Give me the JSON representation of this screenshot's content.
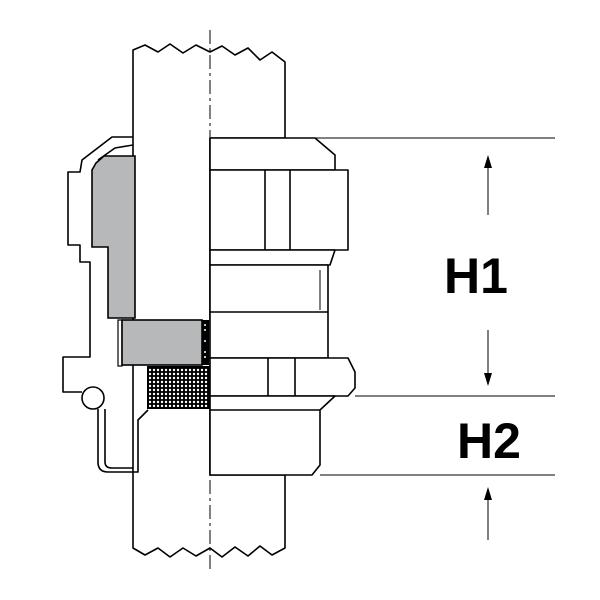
{
  "diagram": {
    "subject": "cable-gland-cross-section",
    "dimensions": [
      {
        "label": "H1"
      },
      {
        "label": "H2"
      }
    ],
    "colors": {
      "seal": "#b7b8ba",
      "line": "#000000",
      "background": "#ffffff"
    }
  }
}
